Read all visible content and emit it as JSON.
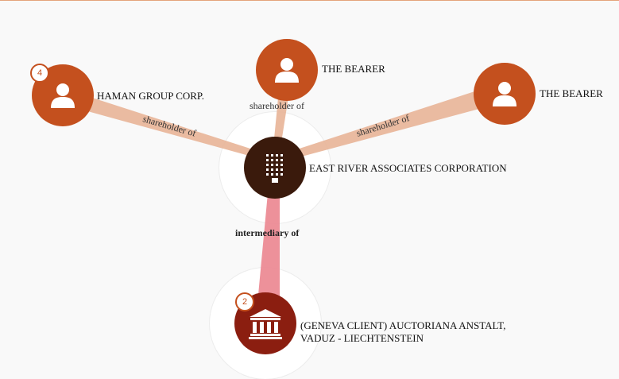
{
  "colors": {
    "person_node": "#c4501e",
    "company_node": "#3a1a0c",
    "institution_node": "#8b1e10",
    "shareholder_edge": "#e8b497",
    "intermediary_edge": "#ec8b95",
    "badge_border": "#c4501e"
  },
  "nodes": {
    "haman": {
      "label": "HAMAN GROUP CORP.",
      "badge": "4",
      "icon": "person-icon"
    },
    "bearer_top": {
      "label": "THE BEARER",
      "icon": "person-icon"
    },
    "bearer_right": {
      "label": "THE BEARER",
      "icon": "person-icon"
    },
    "east_river": {
      "label": "EAST RIVER ASSOCIATES CORPORATION",
      "icon": "building-icon"
    },
    "geneva": {
      "label_line1": "(GENEVA CLIENT) AUCTORIANA ANSTALT,",
      "label_line2": "VADUZ - LIECHTENSTEIN",
      "badge": "2",
      "icon": "bank-icon"
    }
  },
  "edges": {
    "haman_shareholder": "shareholder of",
    "top_shareholder": "shareholder of",
    "right_shareholder": "shareholder of",
    "intermediary": "intermediary of"
  }
}
